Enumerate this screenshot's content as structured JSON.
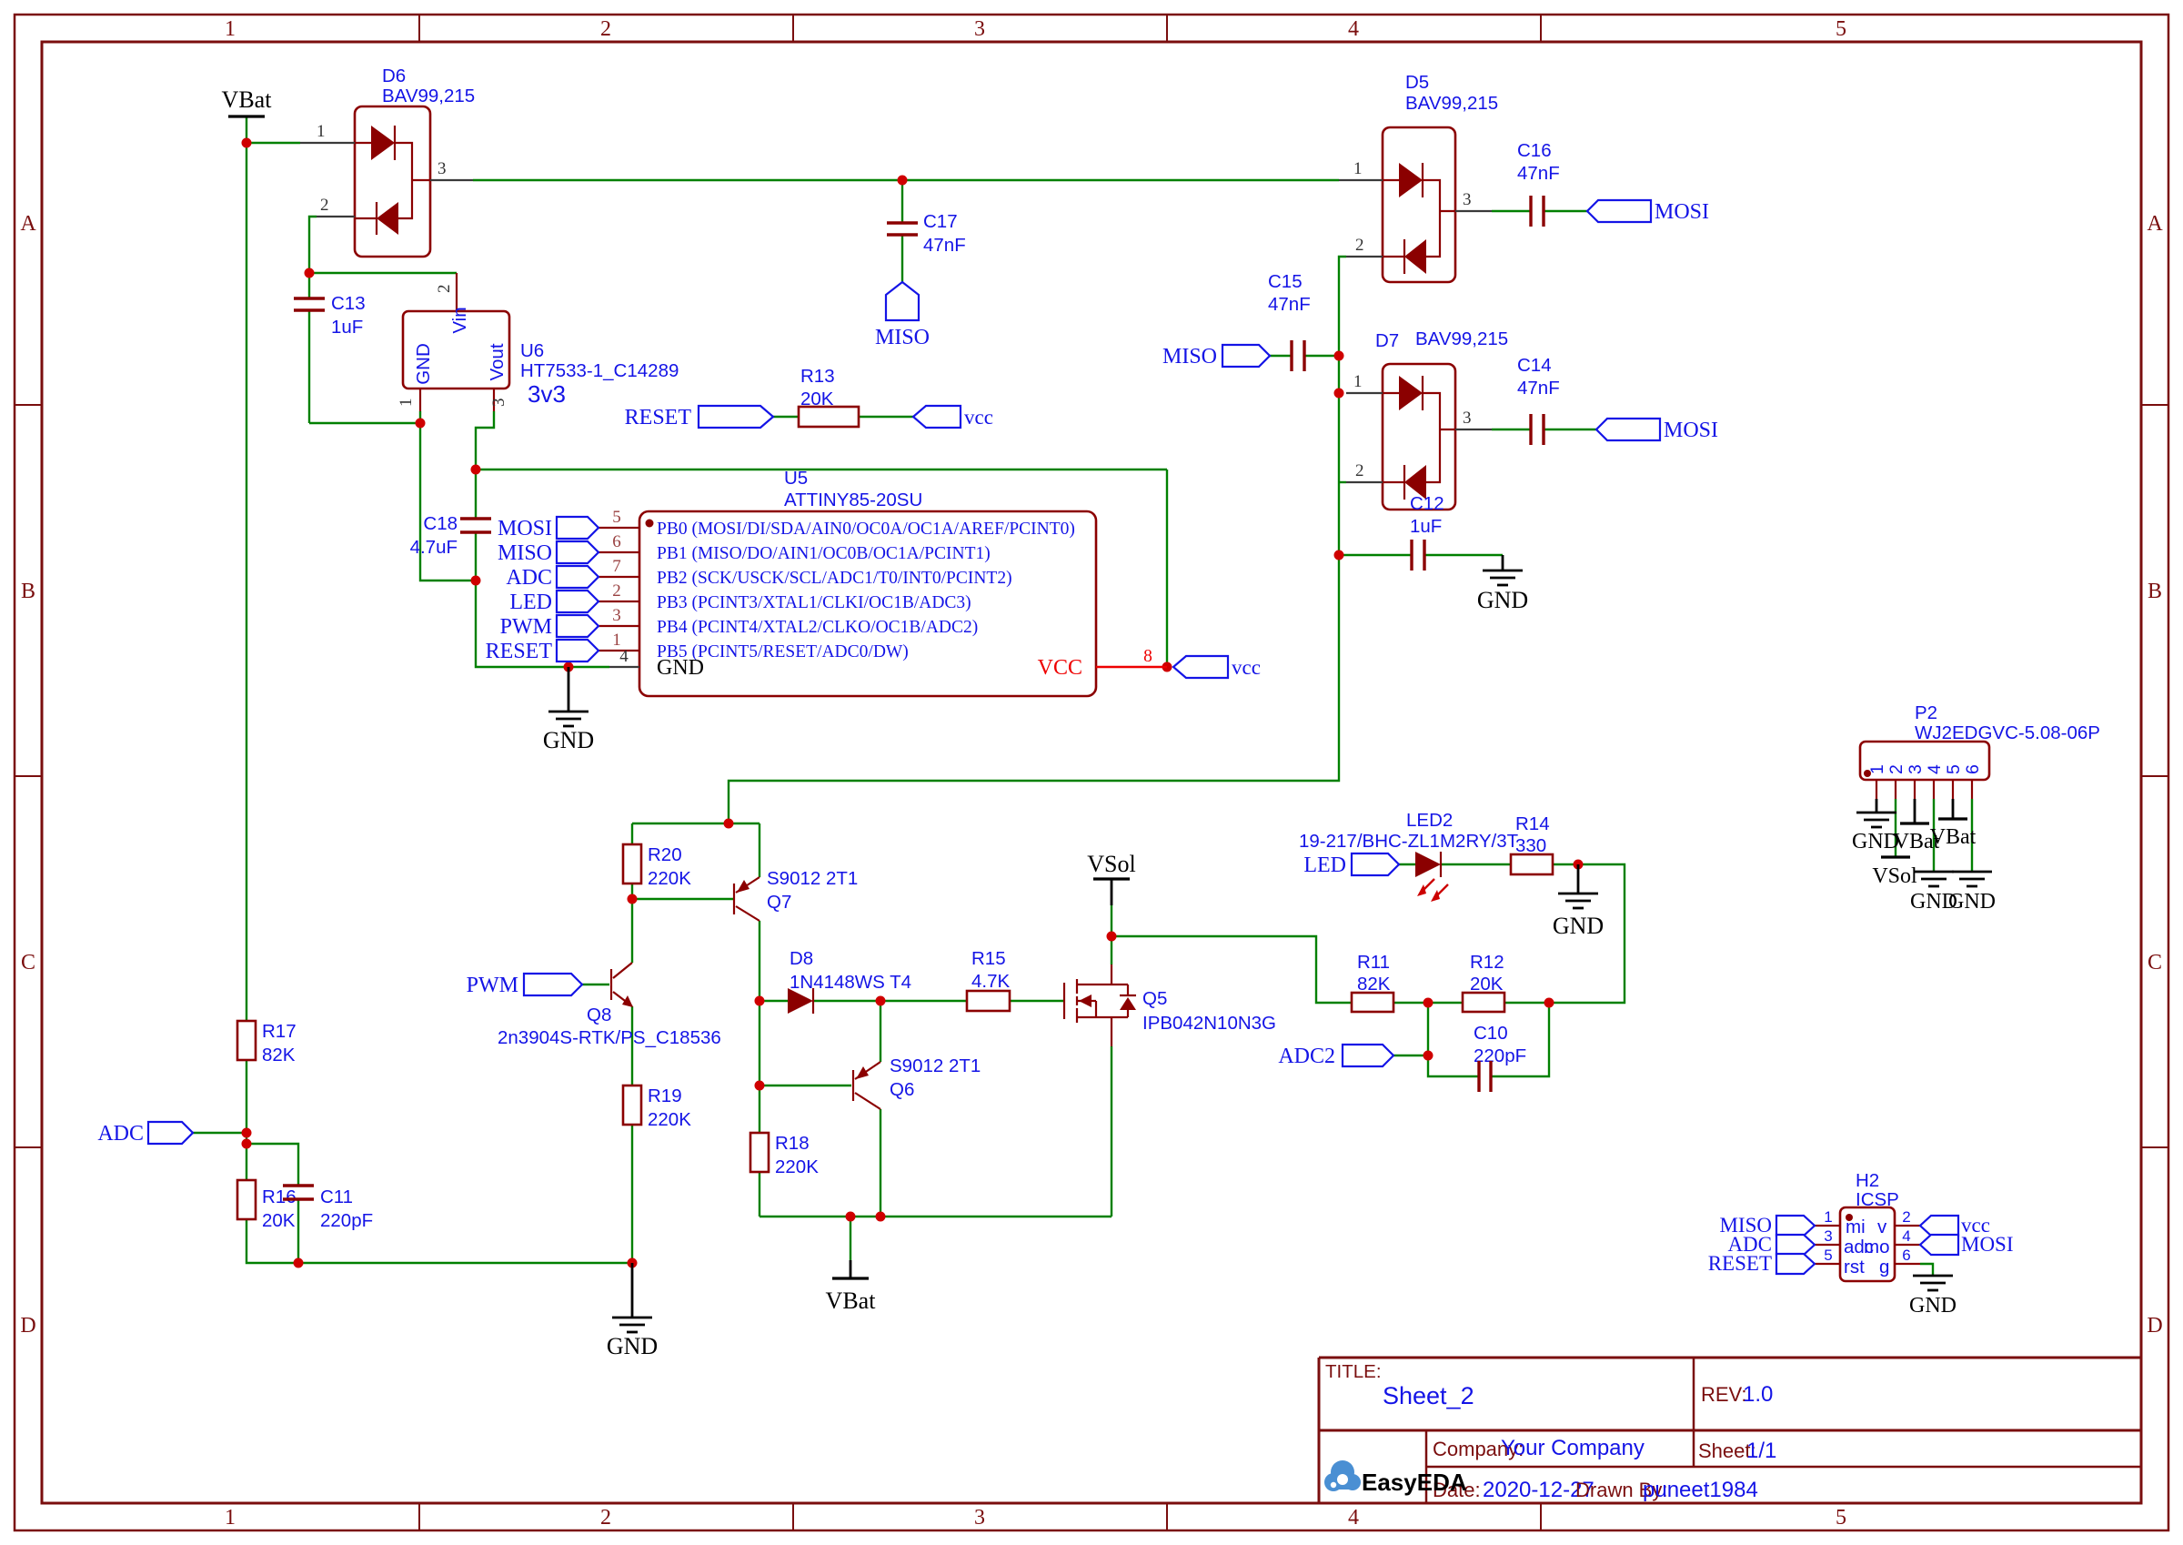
{
  "frame": {
    "columns": [
      "1",
      "2",
      "3",
      "4",
      "5"
    ],
    "rows": [
      "A",
      "B",
      "C",
      "D"
    ]
  },
  "logo": {
    "text": "EasyEDA"
  },
  "title_block": {
    "title_label": "TITLE:",
    "title": "Sheet_2",
    "rev_label": "REV:",
    "rev": "1.0",
    "company_label": "Company:",
    "company": "Your Company",
    "sheet_label": "Sheet:",
    "sheet": "1/1",
    "date_label": "Date:",
    "date": "2020-12-27",
    "drawn_label": "Drawn By:",
    "drawn_by": "puneet1984"
  },
  "power": {
    "gnd": "GND",
    "vbat": "VBat",
    "vsol": "VSol"
  },
  "nets": {
    "mosi": "MOSI",
    "miso": "MISO",
    "adc": "ADC",
    "adc2": "ADC2",
    "led": "LED",
    "pwm": "PWM",
    "reset": "RESET",
    "vcc": "vcc"
  },
  "components": {
    "d6": {
      "ref": "D6",
      "value": "BAV99,215",
      "p1": "1",
      "p2": "2",
      "p3": "3"
    },
    "d5": {
      "ref": "D5",
      "value": "BAV99,215",
      "p1": "1",
      "p2": "2",
      "p3": "3"
    },
    "d7": {
      "ref": "D7",
      "value": "BAV99,215",
      "p1": "1",
      "p2": "2",
      "p3": "3"
    },
    "d8": {
      "ref": "D8",
      "value": "1N4148WS T4"
    },
    "c10": {
      "ref": "C10",
      "value": "220pF"
    },
    "c11": {
      "ref": "C11",
      "value": "220pF"
    },
    "c12": {
      "ref": "C12",
      "value": "1uF"
    },
    "c13": {
      "ref": "C13",
      "value": "1uF"
    },
    "c14": {
      "ref": "C14",
      "value": "47nF"
    },
    "c15": {
      "ref": "C15",
      "value": "47nF"
    },
    "c16": {
      "ref": "C16",
      "value": "47nF"
    },
    "c17": {
      "ref": "C17",
      "value": "47nF"
    },
    "c18": {
      "ref": "C18",
      "value": "4.7uF"
    },
    "r11": {
      "ref": "R11",
      "value": "82K"
    },
    "r12": {
      "ref": "R12",
      "value": "20K"
    },
    "r13": {
      "ref": "R13",
      "value": "20K"
    },
    "r14": {
      "ref": "R14",
      "value": "330"
    },
    "r15": {
      "ref": "R15",
      "value": "4.7K"
    },
    "r16": {
      "ref": "R16",
      "value": "20K"
    },
    "r17": {
      "ref": "R17",
      "value": "82K"
    },
    "r18": {
      "ref": "R18",
      "value": "220K"
    },
    "r19": {
      "ref": "R19",
      "value": "220K"
    },
    "r20": {
      "ref": "R20",
      "value": "220K"
    },
    "u6": {
      "ref": "U6",
      "value": "HT7533-1_C14289",
      "net": "3v3",
      "pin1": "1",
      "pin2": "2",
      "pin3": "3",
      "gnd": "GND",
      "vin": "Vin",
      "vout": "Vout"
    },
    "u5": {
      "ref": "U5",
      "value": "ATTINY85-20SU",
      "pins": [
        {
          "num": "5",
          "name": "PB0 (MOSI/DI/SDA/AIN0/OC0A/OC1A/AREF/PCINT0)",
          "flag": "MOSI"
        },
        {
          "num": "6",
          "name": "PB1 (MISO/DO/AIN1/OC0B/OC1A/PCINT1)",
          "flag": "MISO"
        },
        {
          "num": "7",
          "name": "PB2 (SCK/USCK/SCL/ADC1/T0/INT0/PCINT2)",
          "flag": "ADC"
        },
        {
          "num": "2",
          "name": "PB3 (PCINT3/XTAL1/CLKI/OC1B/ADC3)",
          "flag": "LED"
        },
        {
          "num": "3",
          "name": "PB4 (PCINT4/XTAL2/CLKO/OC1B/ADC2)",
          "flag": "PWM"
        },
        {
          "num": "1",
          "name": "PB5 (PCINT5/RESET/ADC0/DW)",
          "flag": "RESET"
        }
      ],
      "gnd_num": "4",
      "gnd_name": "GND",
      "vcc_num": "8",
      "vcc_name": "VCC"
    },
    "q5": {
      "ref": "Q5",
      "value": "IPB042N10N3G"
    },
    "q6": {
      "ref": "Q6",
      "value": "S9012 2T1"
    },
    "q7": {
      "ref": "Q7",
      "value": "S9012 2T1"
    },
    "q8": {
      "ref": "Q8",
      "value": "2n3904S-RTK/PS_C18536"
    },
    "led2": {
      "ref": "LED2",
      "value": "19-217/BHC-ZL1M2RY/3T"
    },
    "p2": {
      "ref": "P2",
      "value": "WJ2EDGVC-5.08-06P",
      "pins": [
        "1",
        "2",
        "3",
        "4",
        "5",
        "6"
      ]
    },
    "h2": {
      "ref": "H2",
      "value": "ICSP",
      "pl": [
        "1",
        "3",
        "5"
      ],
      "pr": [
        "2",
        "4",
        "6"
      ],
      "mi": "mi",
      "v": "v",
      "adc": "adc",
      "mo": "mo",
      "rst": "rst",
      "g": "g"
    }
  }
}
